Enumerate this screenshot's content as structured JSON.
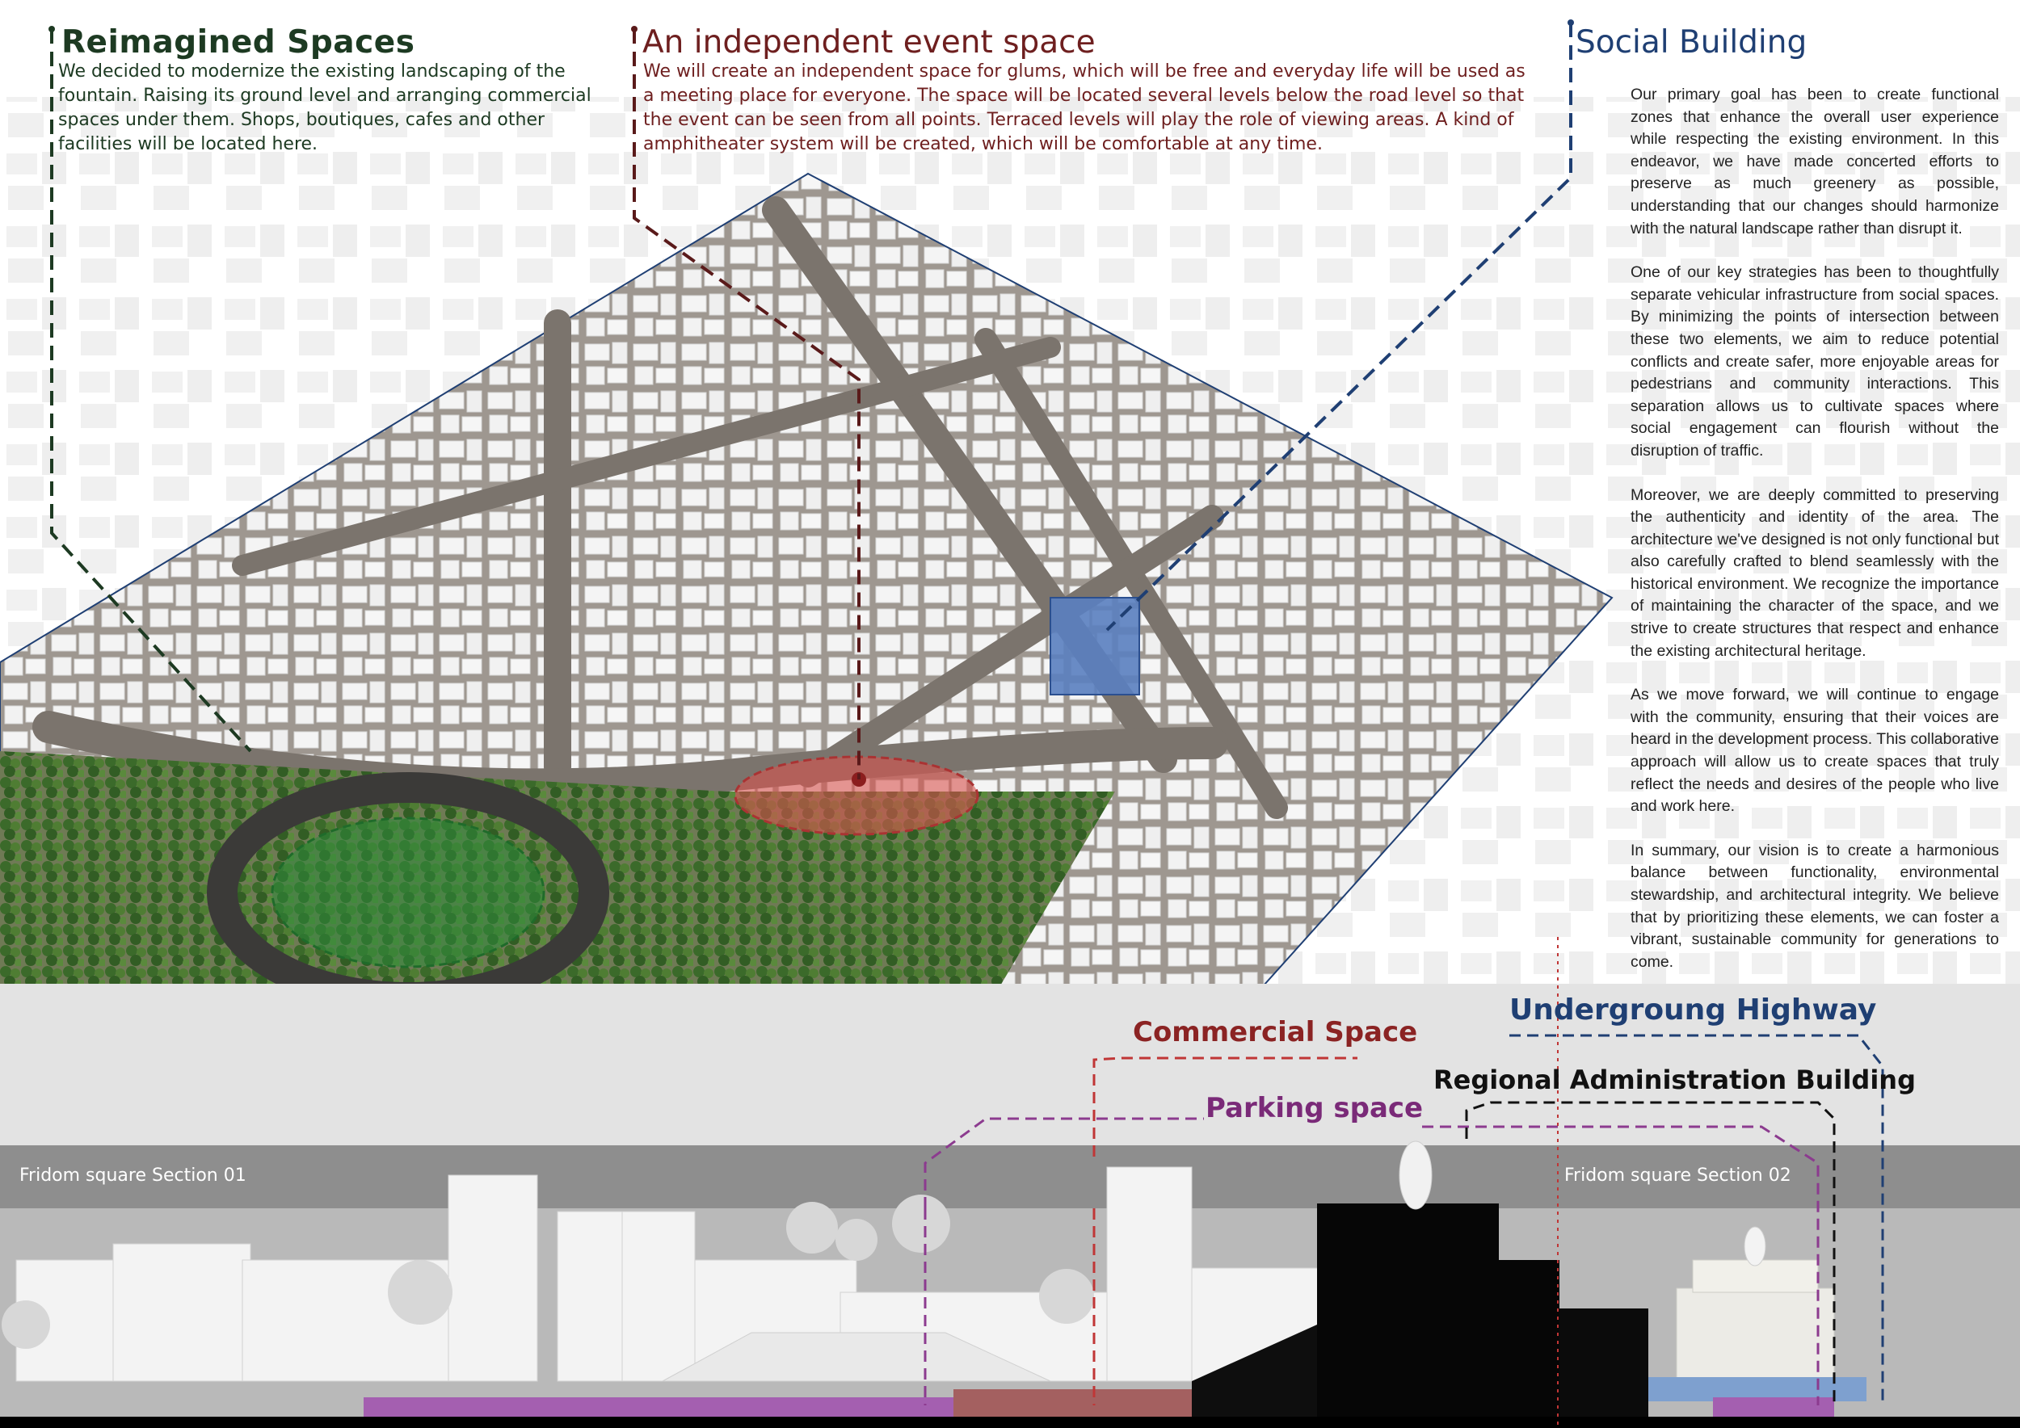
{
  "callouts": {
    "reimagined": {
      "title": "Reimagined Spaces",
      "text": "We decided to modernize the existing landscaping of the fountain. Raising its ground level and arranging commercial spaces under them. Shops, boutiques, cafes and other facilities will be located here."
    },
    "event": {
      "title": "An independent event space",
      "text": "We will create an independent space for glums, which will be free and everyday life will be used as a meeting place for everyone. The space will be located several levels below the road level so that the event can be seen from all points. Terraced levels will play the role of viewing areas. A kind of amphitheater system will be created, which will be comfortable at any time."
    },
    "social": {
      "title": "Social Building"
    }
  },
  "description": [
    "Our primary goal has been to create functional zones that enhance the overall user experience while respecting the existing environment. In this endeavor, we have made concerted efforts to preserve as much greenery as possible, understanding that our changes should harmonize with the natural landscape rather than disrupt it.",
    "One of our key strategies has been to thoughtfully separate vehicular infrastructure from social spaces. By minimizing the points of intersection between these two elements, we aim to reduce potential conflicts and create safer, more enjoyable areas for pedestrians and community interactions. This separation allows us to cultivate spaces where social engagement can flourish without the disruption of traffic.",
    "Moreover, we are deeply committed to preserving the authenticity and identity of the area. The architecture we've designed is not only functional but also carefully crafted to blend seamlessly with the historical environment. We recognize the importance of maintaining the character of the space, and we strive to create structures that respect and enhance the existing architectural heritage.",
    "As we move forward, we will continue to engage with the community, ensuring that their voices are heard in the development process. This collaborative approach will allow us to create spaces that truly reflect the needs and desires of the people who live and work here.",
    "In summary, our vision is to create a harmonious balance between functionality, environmental stewardship, and architectural integrity. We believe that by prioritizing these elements, we can foster a vibrant, sustainable community for generations to come."
  ],
  "section_labels": {
    "commercial": "Commercial Space",
    "highway": "Undergroung Highway",
    "admin": "Regional Administration Building",
    "parking": "Parking space"
  },
  "section_titles": {
    "s01": "Fridom square Section 01",
    "s02": "Fridom square Section 02"
  },
  "colors": {
    "reimagined": "#1d3a22",
    "event": "#6e1f1f",
    "social": "#1f3f73",
    "commercial": "#8b2323",
    "parking": "#7a2a78",
    "admin": "#111111",
    "fountain_zone": "#2e8b3a",
    "event_zone": "#d9534f",
    "social_building": "#5a7fc0"
  }
}
